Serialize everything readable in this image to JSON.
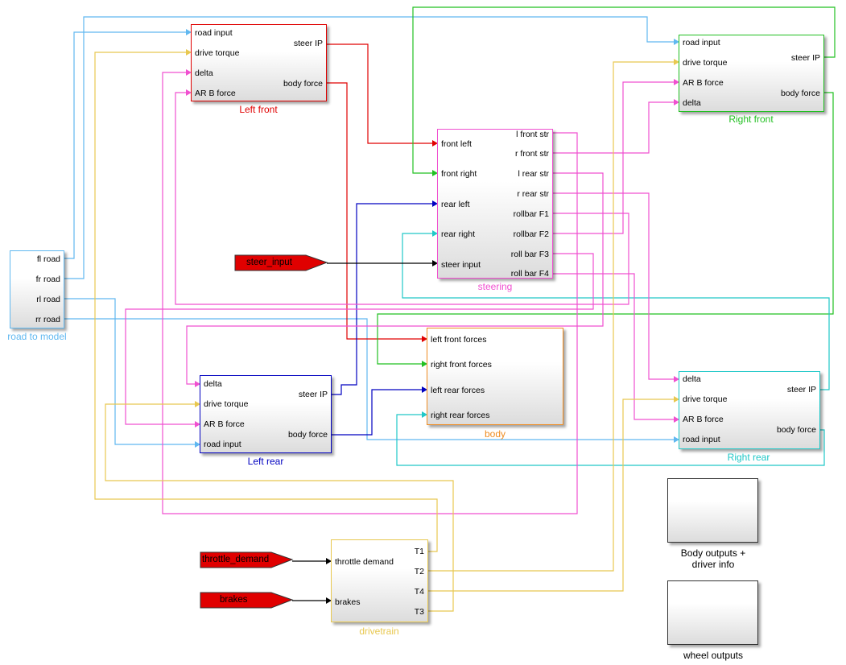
{
  "colors": {
    "left_front": "#e00000",
    "right_front": "#22c022",
    "left_rear": "#0000c0",
    "right_rear": "#20c8c8",
    "steering": "#f050d0",
    "body": "#f08c20",
    "road": "#60b8f0",
    "drivetrain": "#e8c850",
    "goto_fill": "#e00000",
    "signal": "#000000"
  },
  "blocks": {
    "left_front": {
      "label": "Left front",
      "inputs": [
        "road input",
        "drive torque",
        "delta",
        "AR B  force"
      ],
      "outputs": [
        "steer IP",
        "body force"
      ]
    },
    "right_front": {
      "label": "Right front",
      "inputs": [
        "road input",
        "drive torque",
        "AR B  force",
        "delta"
      ],
      "outputs": [
        "steer IP",
        "body force"
      ]
    },
    "steering": {
      "label": "steering",
      "inputs": [
        "front left",
        "front right",
        "rear left",
        "rear right",
        "steer input"
      ],
      "outputs": [
        "l front str",
        "r front str",
        "l rear str",
        "r rear str",
        "rollbar F1",
        "rollbar F2",
        "roll bar F3",
        "roll bar F4"
      ]
    },
    "road_to_model": {
      "label": "road to model",
      "outputs": [
        "fl road",
        "fr road",
        "rl road",
        "rr road"
      ]
    },
    "body": {
      "label": "body",
      "inputs": [
        "left front forces",
        "right front forces",
        "left rear forces",
        "right rear forces"
      ]
    },
    "left_rear": {
      "label": "Left rear",
      "inputs": [
        "delta",
        "drive torque",
        "AR B  force",
        "road input"
      ],
      "outputs": [
        "steer IP",
        "body force"
      ]
    },
    "right_rear": {
      "label": "Right rear",
      "inputs": [
        "delta",
        "drive torque",
        "AR B  force",
        "road input"
      ],
      "outputs": [
        "steer IP",
        "body force"
      ]
    },
    "drivetrain": {
      "label": "drivetrain",
      "inputs": [
        "throttle demand",
        "brakes"
      ],
      "outputs": [
        "T1",
        "T2",
        "T4",
        "T3"
      ]
    },
    "body_outputs": {
      "label_line1": "Body outputs +",
      "label_line2": "driver info"
    },
    "wheel_outputs": {
      "label": "wheel outputs"
    }
  },
  "goto_tags": {
    "steer_input": "steer_input",
    "throttle_demand": "throttle_demand",
    "brakes": "brakes"
  }
}
